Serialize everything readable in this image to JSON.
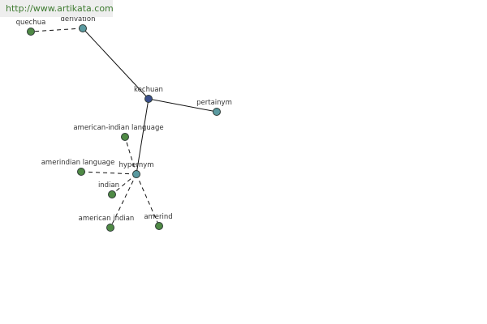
{
  "site": {
    "url": "http://www.artikata.com"
  },
  "colors": {
    "root_node": "#3b4f8c",
    "relation_node": "#5a9aa0",
    "word_node": "#4f8a45",
    "node_stroke": "#2e3b36",
    "edge": "#111111"
  },
  "graph": {
    "nodes": [
      {
        "id": "kechuan",
        "label": "kechuan",
        "kind": "root"
      },
      {
        "id": "derivation",
        "label": "derivation",
        "kind": "relation"
      },
      {
        "id": "pertainym",
        "label": "pertainym",
        "kind": "relation"
      },
      {
        "id": "hypernym",
        "label": "hypernym",
        "kind": "relation"
      },
      {
        "id": "quechua",
        "label": "quechua",
        "kind": "word"
      },
      {
        "id": "american-indian-language",
        "label": "american-indian language",
        "kind": "word"
      },
      {
        "id": "amerindian-language",
        "label": "amerindian language",
        "kind": "word"
      },
      {
        "id": "indian",
        "label": "indian",
        "kind": "word"
      },
      {
        "id": "american-indian",
        "label": "american indian",
        "kind": "word"
      },
      {
        "id": "amerind",
        "label": "amerind",
        "kind": "word"
      }
    ],
    "edges": [
      {
        "from": "kechuan",
        "to": "derivation",
        "style": "solid"
      },
      {
        "from": "kechuan",
        "to": "pertainym",
        "style": "solid"
      },
      {
        "from": "kechuan",
        "to": "hypernym",
        "style": "solid"
      },
      {
        "from": "derivation",
        "to": "quechua",
        "style": "dashed"
      },
      {
        "from": "hypernym",
        "to": "american-indian-language",
        "style": "dashed"
      },
      {
        "from": "hypernym",
        "to": "amerindian-language",
        "style": "dashed"
      },
      {
        "from": "hypernym",
        "to": "indian",
        "style": "dashed"
      },
      {
        "from": "hypernym",
        "to": "american-indian",
        "style": "dashed"
      },
      {
        "from": "hypernym",
        "to": "amerind",
        "style": "dashed"
      }
    ]
  }
}
